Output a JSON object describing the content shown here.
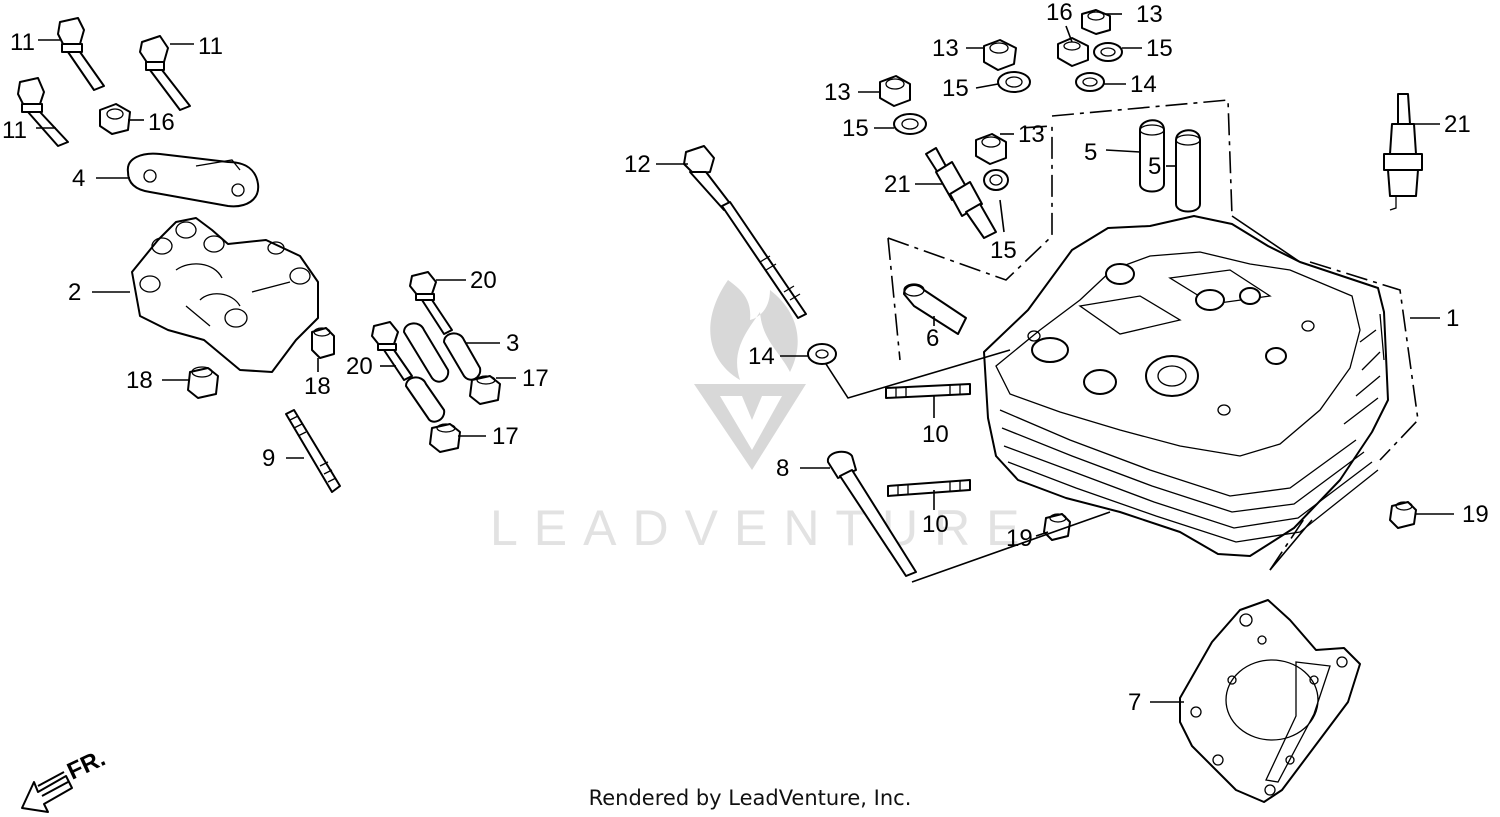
{
  "diagram": {
    "labels": {
      "p1": "1",
      "p2": "2",
      "p3": "3",
      "p4": "4",
      "p5a": "5",
      "p5b": "5",
      "p6": "6",
      "p7": "7",
      "p8": "8",
      "p9": "9",
      "p10a": "10",
      "p10b": "10",
      "p11a": "11",
      "p11b": "11",
      "p11c": "11",
      "p12": "12",
      "p13a": "13",
      "p13b": "13",
      "p13c": "13",
      "p13d": "13",
      "p14a": "14",
      "p14b": "14",
      "p15a": "15",
      "p15b": "15",
      "p15c": "15",
      "p15d": "15",
      "p16a": "16",
      "p16b": "16",
      "p17a": "17",
      "p17b": "17",
      "p18a": "18",
      "p18b": "18",
      "p19a": "19",
      "p19b": "19",
      "p20a": "20",
      "p20b": "20",
      "p21a": "21",
      "p21b": "21"
    },
    "direction_label": "FR.",
    "watermark_text": "LEADVENTURE",
    "credit": "Rendered by LeadVenture, Inc."
  },
  "colors": {
    "line": "#000000",
    "watermark": "#d8d8d8"
  }
}
